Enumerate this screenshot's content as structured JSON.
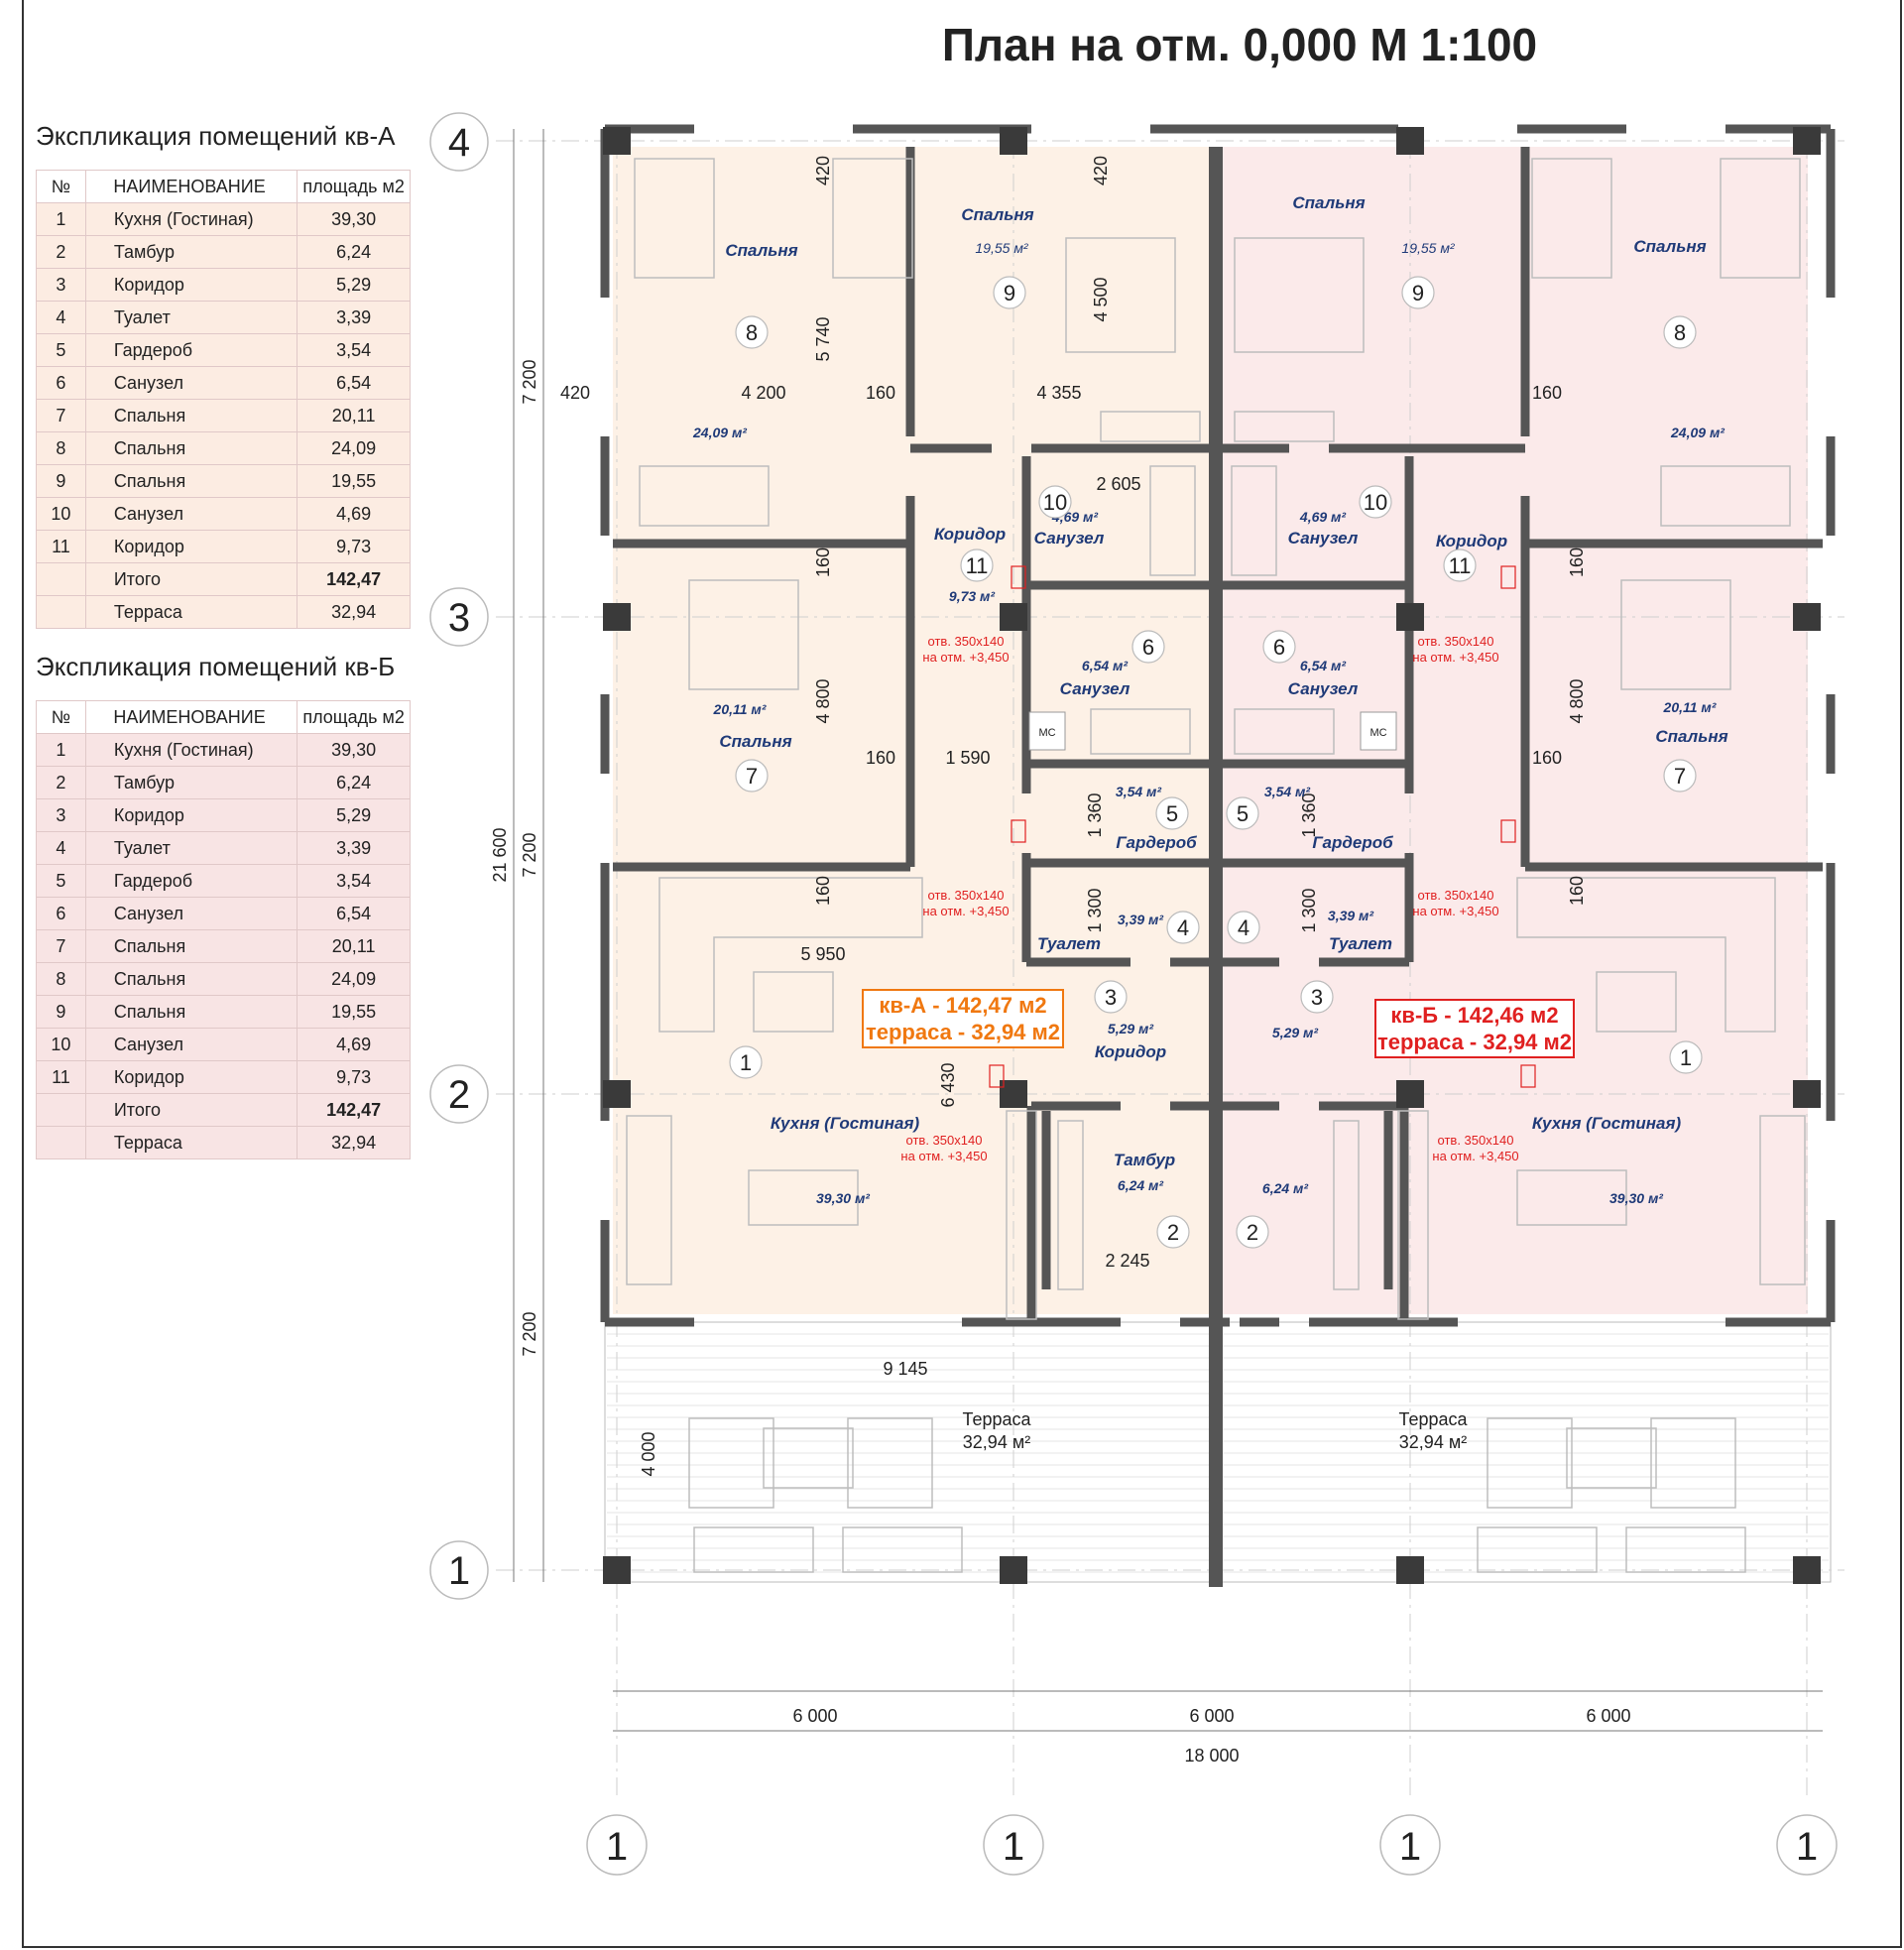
{
  "title": "План на отм. 0,000  М 1:100",
  "table_a": {
    "caption": "Экспликация помещений кв-А",
    "headers": [
      "№",
      "НАИМЕНОВАНИЕ",
      "площадь м2"
    ],
    "rows": [
      [
        "1",
        "Кухня (Гостиная)",
        "39,30"
      ],
      [
        "2",
        "Тамбур",
        "6,24"
      ],
      [
        "3",
        "Коридор",
        "5,29"
      ],
      [
        "4",
        "Туалет",
        "3,39"
      ],
      [
        "5",
        "Гардероб",
        "3,54"
      ],
      [
        "6",
        "Санузел",
        "6,54"
      ],
      [
        "7",
        "Спальня",
        "20,11"
      ],
      [
        "8",
        "Спальня",
        "24,09"
      ],
      [
        "9",
        "Спальня",
        "19,55"
      ],
      [
        "10",
        "Санузел",
        "4,69"
      ],
      [
        "11",
        "Коридор",
        "9,73"
      ],
      [
        "",
        "Итого",
        "142,47"
      ],
      [
        "",
        "Терраса",
        "32,94"
      ]
    ]
  },
  "table_b": {
    "caption": "Экспликация помещений кв-Б",
    "headers": [
      "№",
      "НАИМЕНОВАНИЕ",
      "площадь м2"
    ],
    "rows": [
      [
        "1",
        "Кухня (Гостиная)",
        "39,30"
      ],
      [
        "2",
        "Тамбур",
        "6,24"
      ],
      [
        "3",
        "Коридор",
        "5,29"
      ],
      [
        "4",
        "Туалет",
        "3,39"
      ],
      [
        "5",
        "Гардероб",
        "3,54"
      ],
      [
        "6",
        "Санузел",
        "6,54"
      ],
      [
        "7",
        "Спальня",
        "20,11"
      ],
      [
        "8",
        "Спальня",
        "24,09"
      ],
      [
        "9",
        "Спальня",
        "19,55"
      ],
      [
        "10",
        "Санузел",
        "4,69"
      ],
      [
        "11",
        "Коридор",
        "9,73"
      ],
      [
        "",
        "Итого",
        "142,47"
      ],
      [
        "",
        "Терраса",
        "32,94"
      ]
    ]
  },
  "axes_rows": [
    "4",
    "3",
    "2",
    "1"
  ],
  "axes_cols": [
    "1",
    "1",
    "1",
    "1"
  ],
  "dims": {
    "left_7200_a": "7 200",
    "left_7200_b": "7 200",
    "left_7200_c": "7 200",
    "left_21600": "21 600",
    "left_4000": "4 000",
    "bottom_6000_a": "6 000",
    "bottom_6000_b": "6 000",
    "bottom_6000_c": "6 000",
    "bottom_18000": "18 000",
    "d420_a": "420",
    "d420_b": "420",
    "d420_c": "420",
    "d5740": "5 740",
    "d4200": "4 200",
    "d160_a": "160",
    "d160_b": "160",
    "d160_c": "160",
    "d160_d": "160",
    "d160_e": "160",
    "d160_f": "160",
    "d160_g": "160",
    "d160_h": "160",
    "d4355": "4 355",
    "d4500": "4 500",
    "d2605": "2 605",
    "d4800_a": "4 800",
    "d4800_b": "4 800",
    "d1590": "1 590",
    "d1360_a": "1 360",
    "d1360_b": "1 360",
    "d1300_a": "1 300",
    "d1300_b": "1 300",
    "d5950": "5 950",
    "d6430": "6 430",
    "d2245": "2 245",
    "d9145": "9 145"
  },
  "rooms": {
    "bed8_name": "Спальня",
    "bed8_area": "24,09 м²",
    "bed9_name": "Спальня",
    "bed9_area": "19,55 м²",
    "corr11_name": "Коридор",
    "corr11_area": "9,73 м²",
    "bath10_name": "Санузел",
    "bath10_area": "4,69 м²",
    "bath6_name": "Санузел",
    "bath6_area": "6,54 м²",
    "bed7_name": "Спальня",
    "bed7_area": "20,11 м²",
    "ward5_name": "Гардероб",
    "ward5_area": "3,54 м²",
    "wc4_name": "Туалет",
    "wc4_area": "3,39 м²",
    "corr3_name": "Коридор",
    "corr3_area": "5,29 м²",
    "kit1_name": "Кухня (Гостиная)",
    "kit1_area": "39,30 м²",
    "tamb2_name": "Тамбур",
    "tamb2_area": "6,24 м²",
    "terrace_name": "Терраса",
    "terrace_area": "32,94 м²",
    "mc": "МС"
  },
  "numbers": [
    "1",
    "2",
    "3",
    "4",
    "5",
    "6",
    "7",
    "8",
    "9",
    "10",
    "11"
  ],
  "openings": {
    "line1": "отв. 350х140",
    "line2": "на отм. +3,450"
  },
  "summary_a": {
    "line1": "кв-А - 142,47 м2",
    "line2": "терраса - 32,94 м2"
  },
  "summary_b": {
    "line1": "кв-Б - 142,46 м2",
    "line2": "терраса - 32,94 м2"
  },
  "colors": {
    "apt_a_fill": "#fdf1e6",
    "apt_b_fill": "#fbeaea",
    "wall": "#555555",
    "column": "#3a3a3a",
    "room_label": "#1f3a78",
    "red": "#e02020",
    "orange": "#f07810"
  }
}
